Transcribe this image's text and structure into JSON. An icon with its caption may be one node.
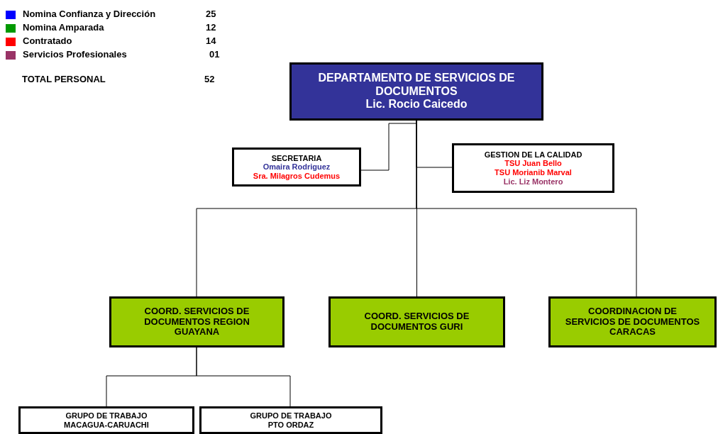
{
  "diagram": {
    "nodes": [
      {
        "text": [
          "DEPARTAMENTO DE SERVICIOS DE DOCUMENTOS",
          "Lic. Rocio Caicedo"
        ]
      },
      {
        "text": [
          "SECRETARIA",
          "Omaira Rodriguez",
          "Sra. Milagros Cudemus"
        ]
      },
      {
        "text": [
          "GESTION DE LA CALIDAD",
          "TSU Juan Bello",
          "TSU Morianib Marval",
          "Lic. Liz Montero"
        ]
      },
      {
        "text": [
          "COORD. SERVICIOS DE DOCUMENTOS REGION GUAYANA"
        ]
      },
      {
        "text": [
          "COORD. SERVICIOS DE DOCUMENTOS GURI"
        ]
      },
      {
        "text": [
          "COORDINACION DE SERVICIOS DE DOCUMENTOS CARACAS"
        ]
      },
      {
        "text": [
          "GRUPO DE TRABAJO MACAGUA-CARUACHI"
        ]
      },
      {
        "text": [
          "GRUPO DE TRABAJO PTO ORDAZ"
        ]
      }
    ],
    "edges": [
      {
        "from": 0,
        "to": 1,
        "arrow": "none"
      },
      {
        "from": 0,
        "to": 2,
        "arrow": "none"
      },
      {
        "from": 0,
        "to": 3,
        "arrow": "none"
      },
      {
        "from": 0,
        "to": 4,
        "arrow": "none"
      },
      {
        "from": 0,
        "to": 5,
        "arrow": "none"
      },
      {
        "from": 3,
        "to": 6,
        "arrow": "none"
      },
      {
        "from": 3,
        "to": 7,
        "arrow": "none"
      }
    ],
    "labels": [
      "25",
      "12",
      "14",
      "01",
      "TOTAL PERSONAL",
      "52"
    ],
    "legend": [
      {
        "text": "Nomina Confianza y Dirección",
        "color": "#0000ff"
      },
      {
        "text": "Nomina Amparada",
        "color": "#009900"
      },
      {
        "text": "Contratado",
        "color": "#ff0000"
      },
      {
        "text": "Servicios Profesionales",
        "color": "#993366"
      }
    ]
  }
}
